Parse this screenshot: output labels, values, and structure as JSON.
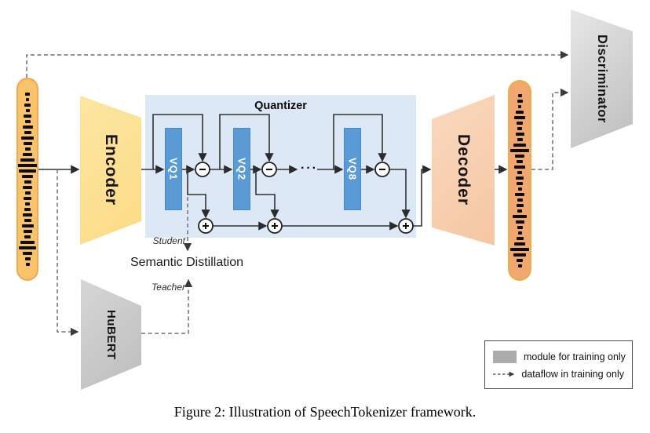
{
  "figure": {
    "caption": "Figure 2: Illustration of SpeechTokenizer framework."
  },
  "blocks": {
    "encoder": "Encoder",
    "decoder": "Decoder",
    "discriminator": "Discriminator",
    "hubert": "HuBERT",
    "quantizer_title": "Quantizer",
    "vq_units": [
      "VQ1",
      "VQ2",
      "VQ8"
    ],
    "ellipsis": "···"
  },
  "labels": {
    "semantic_distillation": "Semantic Distillation",
    "student": "Student",
    "teacher": "Teacher"
  },
  "legend": {
    "module_label": "module for training only",
    "dataflow_label": "dataflow in training only"
  },
  "colors": {
    "waveform_input": "#F9C36C",
    "waveform_input_border": "#EDA94E",
    "waveform_output": "#F0A770",
    "waveform_output_border": "#E9AE4E",
    "encoder": "#FBDB85",
    "decoder": "#F5C6A2",
    "quantizer_bg": "#DCE8F5",
    "vq_block": "#5B9BD5",
    "vq_border": "#4A87C4",
    "module_gray_light": "#E7E7E7",
    "module_gray_dark": "#BDBDBD",
    "legend_swatch": "#ACACAC",
    "solid_wire": "#333333",
    "dashed_wire": "#6E6E6E"
  },
  "waveforms": {
    "input_bars": [
      6,
      4,
      8,
      5,
      10,
      7,
      13,
      9,
      16,
      11,
      7,
      12,
      18,
      26,
      22,
      14,
      9,
      12,
      7,
      10,
      6,
      8,
      12,
      9,
      15,
      11,
      8,
      18,
      22,
      12,
      7,
      5
    ],
    "output_bars": [
      5,
      7,
      4,
      10,
      14,
      8,
      6,
      11,
      7,
      16,
      24,
      12,
      8,
      14,
      6,
      10,
      8,
      5,
      12,
      7,
      9,
      6,
      18,
      11,
      7,
      5,
      9,
      14,
      24,
      16,
      8,
      5
    ]
  }
}
